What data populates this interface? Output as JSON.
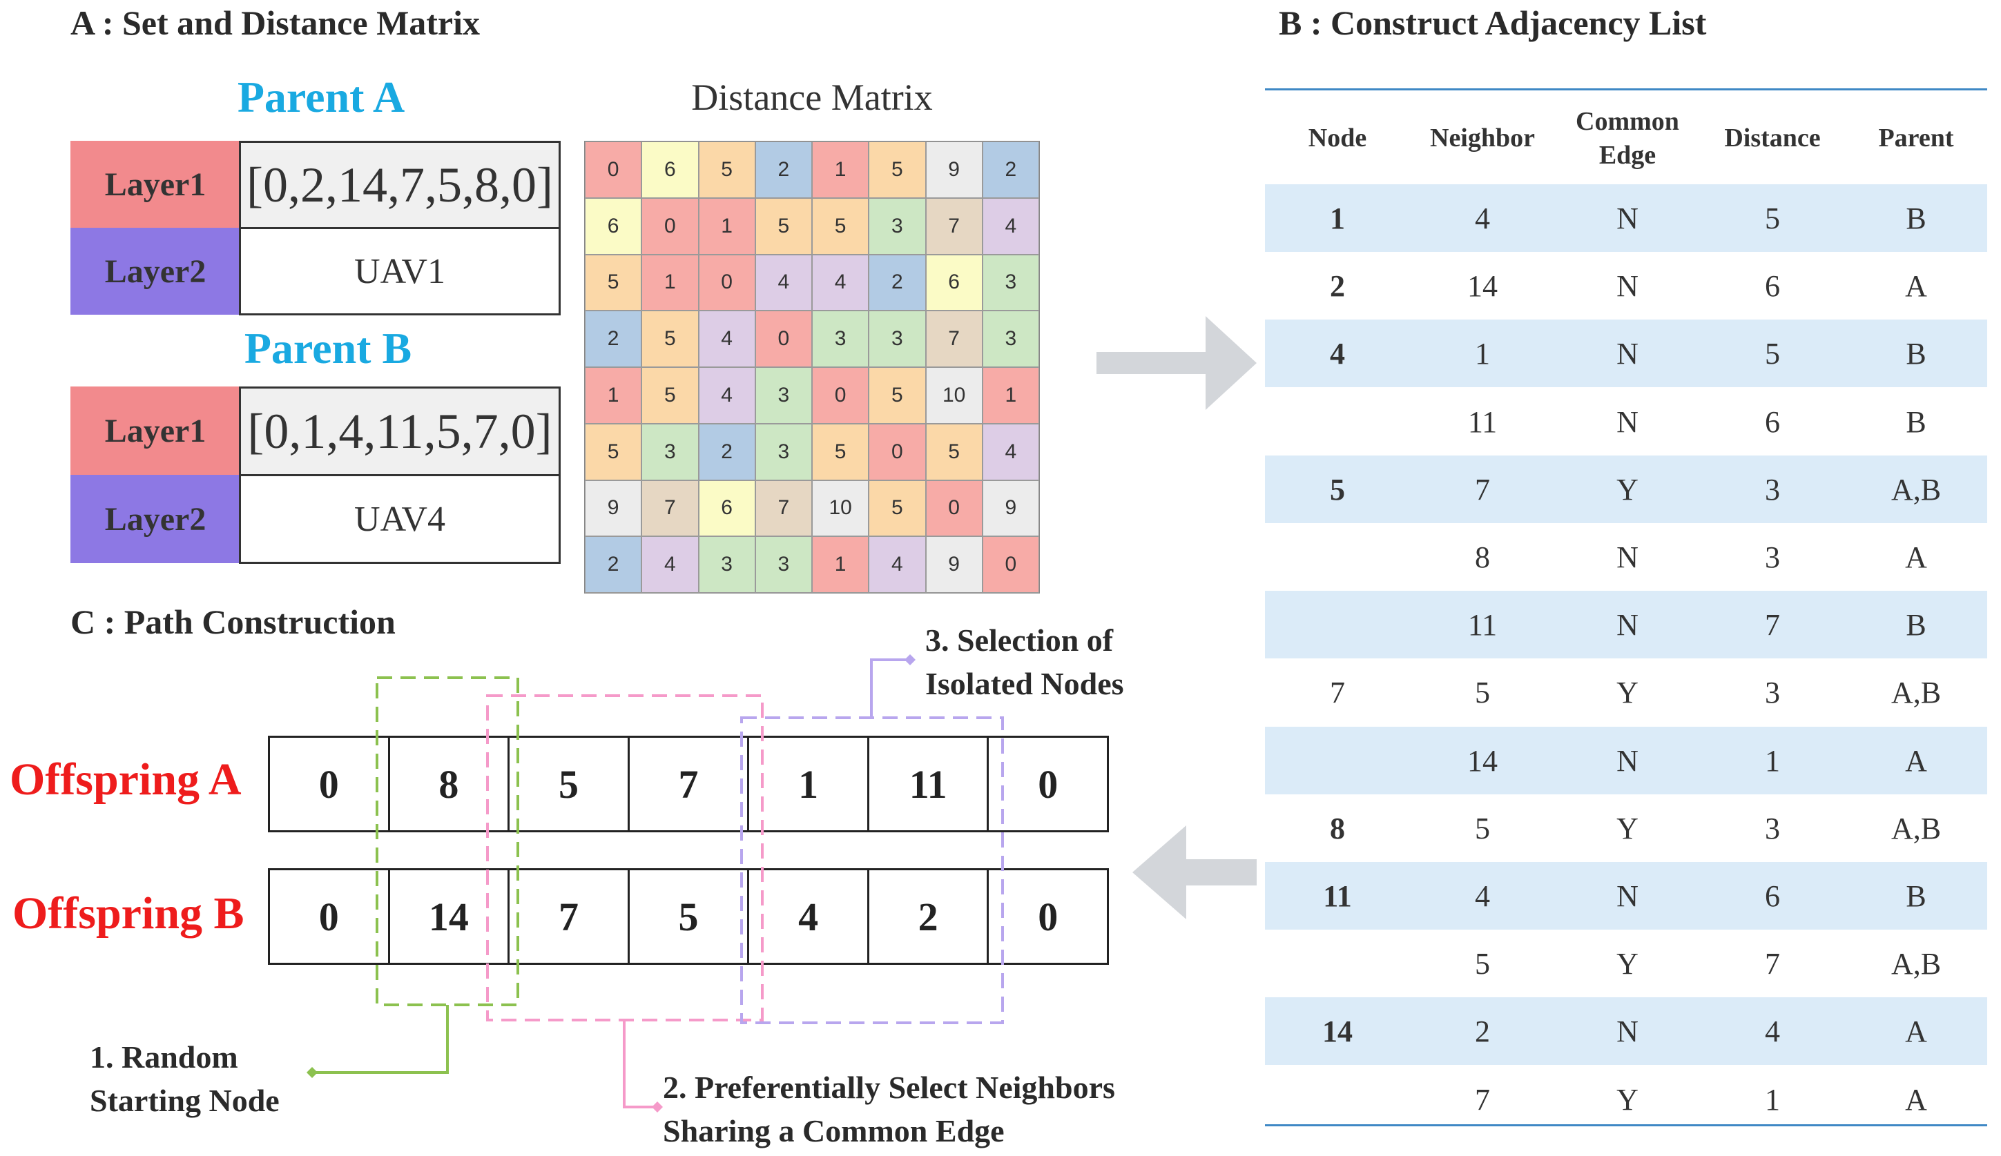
{
  "section_a": {
    "title": "A : Set and Distance Matrix",
    "parent_a": {
      "title": "Parent A",
      "layer1_label": "Layer1",
      "layer1_value": "[0,2,14,7,5,8,0]",
      "layer2_label": "Layer2",
      "layer2_value": "UAV1"
    },
    "parent_b": {
      "title": "Parent B",
      "layer1_label": "Layer1",
      "layer1_value": "[0,1,4,11,5,7,0]",
      "layer2_label": "Layer2",
      "layer2_value": "UAV4"
    },
    "matrix_title": "Distance Matrix",
    "matrix": {
      "values": [
        [
          "0",
          "6",
          "5",
          "2",
          "1",
          "5",
          "9",
          "2"
        ],
        [
          "6",
          "0",
          "1",
          "5",
          "5",
          "3",
          "7",
          "4"
        ],
        [
          "5",
          "1",
          "0",
          "4",
          "4",
          "2",
          "6",
          "3"
        ],
        [
          "2",
          "5",
          "4",
          "0",
          "3",
          "3",
          "7",
          "3"
        ],
        [
          "1",
          "5",
          "4",
          "3",
          "0",
          "5",
          "10",
          "1"
        ],
        [
          "5",
          "3",
          "2",
          "3",
          "5",
          "0",
          "5",
          "4"
        ],
        [
          "9",
          "7",
          "6",
          "7",
          "10",
          "5",
          "0",
          "9"
        ],
        [
          "2",
          "4",
          "3",
          "3",
          "1",
          "4",
          "9",
          "0"
        ]
      ],
      "colors": {
        "0": "#f7aba7",
        "1": "#f7aba7",
        "2": "#b2cbe4",
        "3": "#cde7c4",
        "4": "#ddcde6",
        "5": "#fbd8a8",
        "6": "#fbfbc6",
        "7": "#e6d7c3",
        "9": "#ececec",
        "10": "#ececec"
      }
    }
  },
  "section_b": {
    "title": "B : Construct Adjacency List",
    "headers": [
      "Node",
      "Neighbor",
      "Common Edge",
      "Distance",
      "Parent"
    ],
    "rows": [
      {
        "node": "1",
        "node_bold": true,
        "neighbor": "4",
        "common": "N",
        "distance": "5",
        "parent": "B",
        "shaded": true
      },
      {
        "node": "2",
        "node_bold": true,
        "neighbor": "14",
        "common": "N",
        "distance": "6",
        "parent": "A",
        "shaded": false
      },
      {
        "node": "4",
        "node_bold": true,
        "neighbor": "1",
        "common": "N",
        "distance": "5",
        "parent": "B",
        "shaded": true
      },
      {
        "node": "",
        "node_bold": false,
        "neighbor": "11",
        "common": "N",
        "distance": "6",
        "parent": "B",
        "shaded": false
      },
      {
        "node": "5",
        "node_bold": true,
        "neighbor": "7",
        "common": "Y",
        "distance": "3",
        "parent": "A,B",
        "shaded": true
      },
      {
        "node": "",
        "node_bold": false,
        "neighbor": "8",
        "common": "N",
        "distance": "3",
        "parent": "A",
        "shaded": false
      },
      {
        "node": "",
        "node_bold": false,
        "neighbor": "11",
        "common": "N",
        "distance": "7",
        "parent": "B",
        "shaded": true
      },
      {
        "node": "7",
        "node_bold": false,
        "neighbor": "5",
        "common": "Y",
        "distance": "3",
        "parent": "A,B",
        "shaded": false
      },
      {
        "node": "",
        "node_bold": false,
        "neighbor": "14",
        "common": "N",
        "distance": "1",
        "parent": "A",
        "shaded": true
      },
      {
        "node": "8",
        "node_bold": true,
        "neighbor": "5",
        "common": "Y",
        "distance": "3",
        "parent": "A,B",
        "shaded": false
      },
      {
        "node": "11",
        "node_bold": true,
        "neighbor": "4",
        "common": "N",
        "distance": "6",
        "parent": "B",
        "shaded": true
      },
      {
        "node": "",
        "node_bold": false,
        "neighbor": "5",
        "common": "Y",
        "distance": "7",
        "parent": "A,B",
        "shaded": false
      },
      {
        "node": "14",
        "node_bold": true,
        "neighbor": "2",
        "common": "N",
        "distance": "4",
        "parent": "A",
        "shaded": true
      },
      {
        "node": "",
        "node_bold": false,
        "neighbor": "7",
        "common": "Y",
        "distance": "1",
        "parent": "A",
        "shaded": false
      }
    ]
  },
  "section_c": {
    "title": "C : Path Construction",
    "offspring_a": {
      "label": "Offspring A",
      "values": [
        "0",
        "8",
        "5",
        "7",
        "1",
        "11",
        "0"
      ]
    },
    "offspring_b": {
      "label": "Offspring B",
      "values": [
        "0",
        "14",
        "7",
        "5",
        "4",
        "2",
        "0"
      ]
    },
    "annotation_1": [
      "1. Random",
      "Starting Node"
    ],
    "annotation_2": [
      "2. Preferentially Select Neighbors",
      "Sharing a Common Edge"
    ],
    "annotation_3": [
      "3. Selection of",
      "Isolated Nodes"
    ]
  },
  "colors": {
    "parent_title": "#19a9e1",
    "layer1": "#f28a8d",
    "layer2": "#8d78e4",
    "offspring_label": "#ee1c1c",
    "table_line": "#3f88c5",
    "table_shade": "#dbebf8",
    "arrow": "#d3d6da",
    "dashed_green": "#8cc14f",
    "dashed_pink": "#f59ac9",
    "dashed_purple": "#b8a6ee"
  }
}
